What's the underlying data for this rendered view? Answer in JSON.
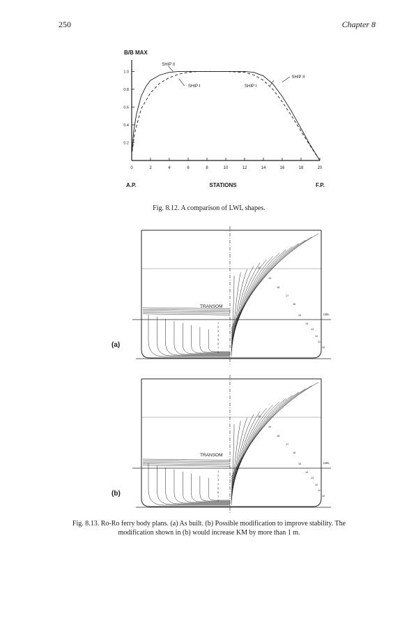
{
  "header": {
    "page_number": "250",
    "chapter": "Chapter 8"
  },
  "figure1": {
    "caption": "Fig. 8.12. A comparison of LWL shapes.",
    "chart_data": {
      "type": "line",
      "ylabel": "B/B MAX",
      "xlabel": "STATIONS",
      "x_end_labels": {
        "left": "A.P.",
        "right": "F.P."
      },
      "xlim": [
        0,
        20
      ],
      "ylim": [
        0,
        1.05
      ],
      "x_ticks": [
        0,
        2,
        4,
        6,
        8,
        10,
        12,
        14,
        16,
        18,
        20
      ],
      "x_tick_labels": [
        "0",
        "2",
        "4",
        "6",
        "8",
        "10",
        "12",
        "14",
        "16",
        "18",
        "20"
      ],
      "y_ticks": [
        0.2,
        0.4,
        0.6,
        0.8,
        1.0
      ],
      "y_tick_labels": [
        "0.2",
        "0.4",
        "0.6",
        "0.8",
        "1.0"
      ],
      "grid": false,
      "series": [
        {
          "name": "SHIP II",
          "style": "solid",
          "x": [
            0.05,
            0.2,
            0.5,
            1,
            1.5,
            2,
            3,
            4,
            5,
            6,
            7,
            8,
            10,
            12,
            13,
            14,
            15,
            16,
            17,
            18,
            19,
            20
          ],
          "y": [
            0.12,
            0.32,
            0.52,
            0.72,
            0.83,
            0.9,
            0.96,
            0.99,
            1.0,
            1.0,
            1.0,
            1.0,
            1.0,
            1.0,
            0.99,
            0.95,
            0.86,
            0.72,
            0.55,
            0.36,
            0.17,
            0.0
          ]
        },
        {
          "name": "SHIP I",
          "style": "dashed",
          "x": [
            0.05,
            0.3,
            1,
            2,
            3,
            4,
            5,
            6,
            7,
            8,
            10,
            12,
            13,
            14,
            15,
            16,
            17,
            18,
            19,
            20
          ],
          "y": [
            0.1,
            0.3,
            0.58,
            0.76,
            0.87,
            0.93,
            0.97,
            0.99,
            1.0,
            1.0,
            1.0,
            0.99,
            0.96,
            0.9,
            0.8,
            0.66,
            0.5,
            0.33,
            0.16,
            0.0
          ]
        }
      ],
      "annotations": [
        {
          "text": "SHIP II",
          "x": 3.2,
          "y": 1.08
        },
        {
          "text": "SHIP I",
          "x": 6.0,
          "y": 0.84
        },
        {
          "text": "SHIP I",
          "x": 12.0,
          "y": 0.84
        },
        {
          "text": "SHIP II",
          "x": 17.0,
          "y": 0.94
        }
      ]
    }
  },
  "figure2": {
    "caption": "Fig. 8.13. Ro-Ro ferry body plans. (a) As built. (b) Possible modification to improve stability. The modification shown in (b) would increase KM by more than 1 m.",
    "panel_a": {
      "label": "(a)",
      "transom": "TRANSOM",
      "lwl": "LWL",
      "aft_numbers": [
        "1",
        "2",
        "3",
        "4",
        "5",
        "6",
        "7",
        "8"
      ],
      "fwd_numbers": [
        "20",
        "19",
        "18",
        "17",
        "16",
        "15",
        "14",
        "13",
        "12",
        "11",
        "10"
      ]
    },
    "panel_b": {
      "label": "(b)",
      "transom": "TRANSOM",
      "lwl": "LWL",
      "aft_numbers": [
        "1",
        "2",
        "3",
        "4",
        "5",
        "6",
        "7",
        "8"
      ],
      "fwd_numbers": [
        "20",
        "19",
        "18",
        "17",
        "16",
        "15",
        "14",
        "13",
        "12",
        "11",
        "10"
      ]
    }
  }
}
